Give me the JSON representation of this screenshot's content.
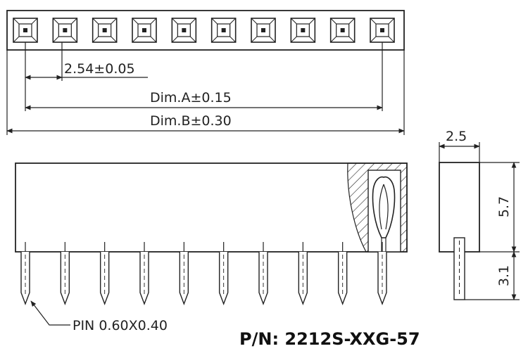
{
  "dimensions": {
    "pitch": "2.54±0.05",
    "dim_a": "Dim.A±0.15",
    "dim_b": "Dim.B±0.30",
    "width": "2.5",
    "height": "5.7",
    "pin_length": "3.1"
  },
  "pin_note": "PIN 0.60X0.40",
  "part_number": "P/N: 2212S-XXG-57",
  "pin_count": 10
}
